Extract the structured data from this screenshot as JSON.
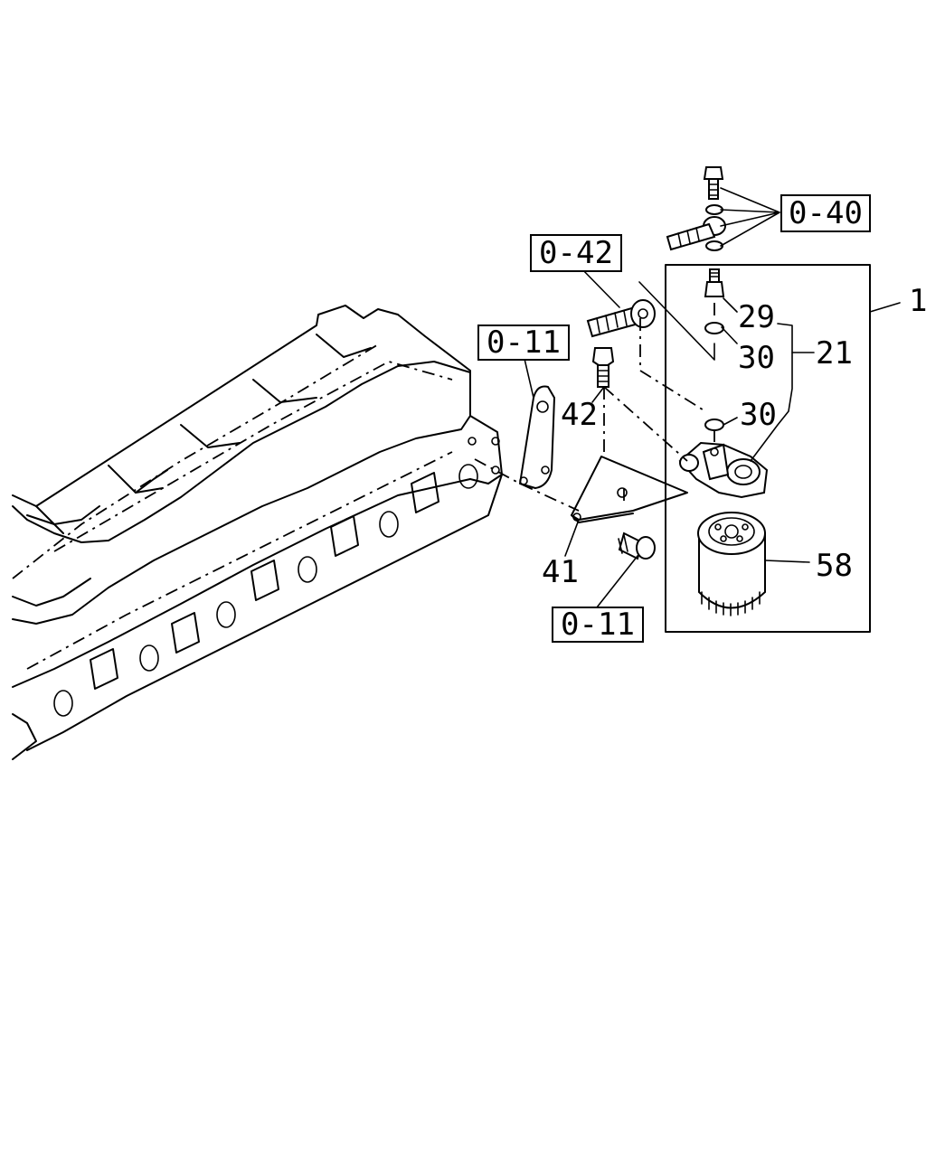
{
  "diagram": {
    "refs": {
      "ref_0_40": "0-40",
      "ref_0_42": "0-42",
      "ref_0_11_upper": "0-11",
      "ref_0_11_lower": "0-11"
    },
    "parts": {
      "p1": "1",
      "p21": "21",
      "p29": "29",
      "p30_upper": "30",
      "p30_lower": "30",
      "p41": "41",
      "p42": "42",
      "p58": "58"
    }
  }
}
